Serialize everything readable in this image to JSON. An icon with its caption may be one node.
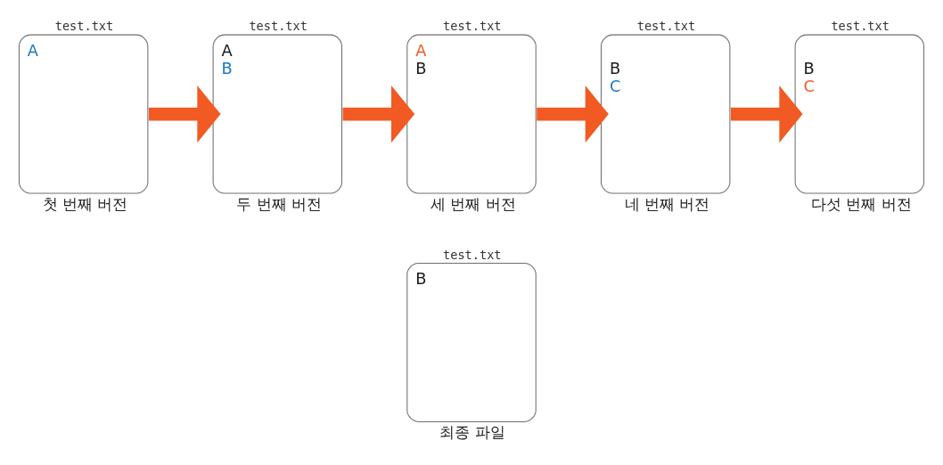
{
  "diagram": {
    "nodes": [
      {
        "text": [
          "test.txt",
          "A"
        ],
        "beside": [
          "첫 번째 버전"
        ]
      },
      {
        "text": [
          "test.txt",
          "A",
          "B"
        ],
        "beside": [
          "두 번째 버전"
        ]
      },
      {
        "text": [
          "test.txt",
          "A",
          "B"
        ],
        "beside": [
          "세 번째 버전"
        ]
      },
      {
        "text": [
          "test.txt",
          "B",
          "C"
        ],
        "beside": [
          "네 번째 버전"
        ]
      },
      {
        "text": [
          "test.txt",
          "B",
          "C"
        ],
        "beside": [
          "다섯 번째 버전"
        ]
      },
      {
        "text": [
          "test.txt",
          "B"
        ],
        "beside": [
          "최종 파일"
        ]
      }
    ],
    "edges": [
      {
        "from": 0,
        "to": 1,
        "arrow": "to"
      },
      {
        "from": 1,
        "to": 2,
        "arrow": "to"
      },
      {
        "from": 2,
        "to": 3,
        "arrow": "to"
      },
      {
        "from": 3,
        "to": 4,
        "arrow": "to"
      }
    ]
  }
}
